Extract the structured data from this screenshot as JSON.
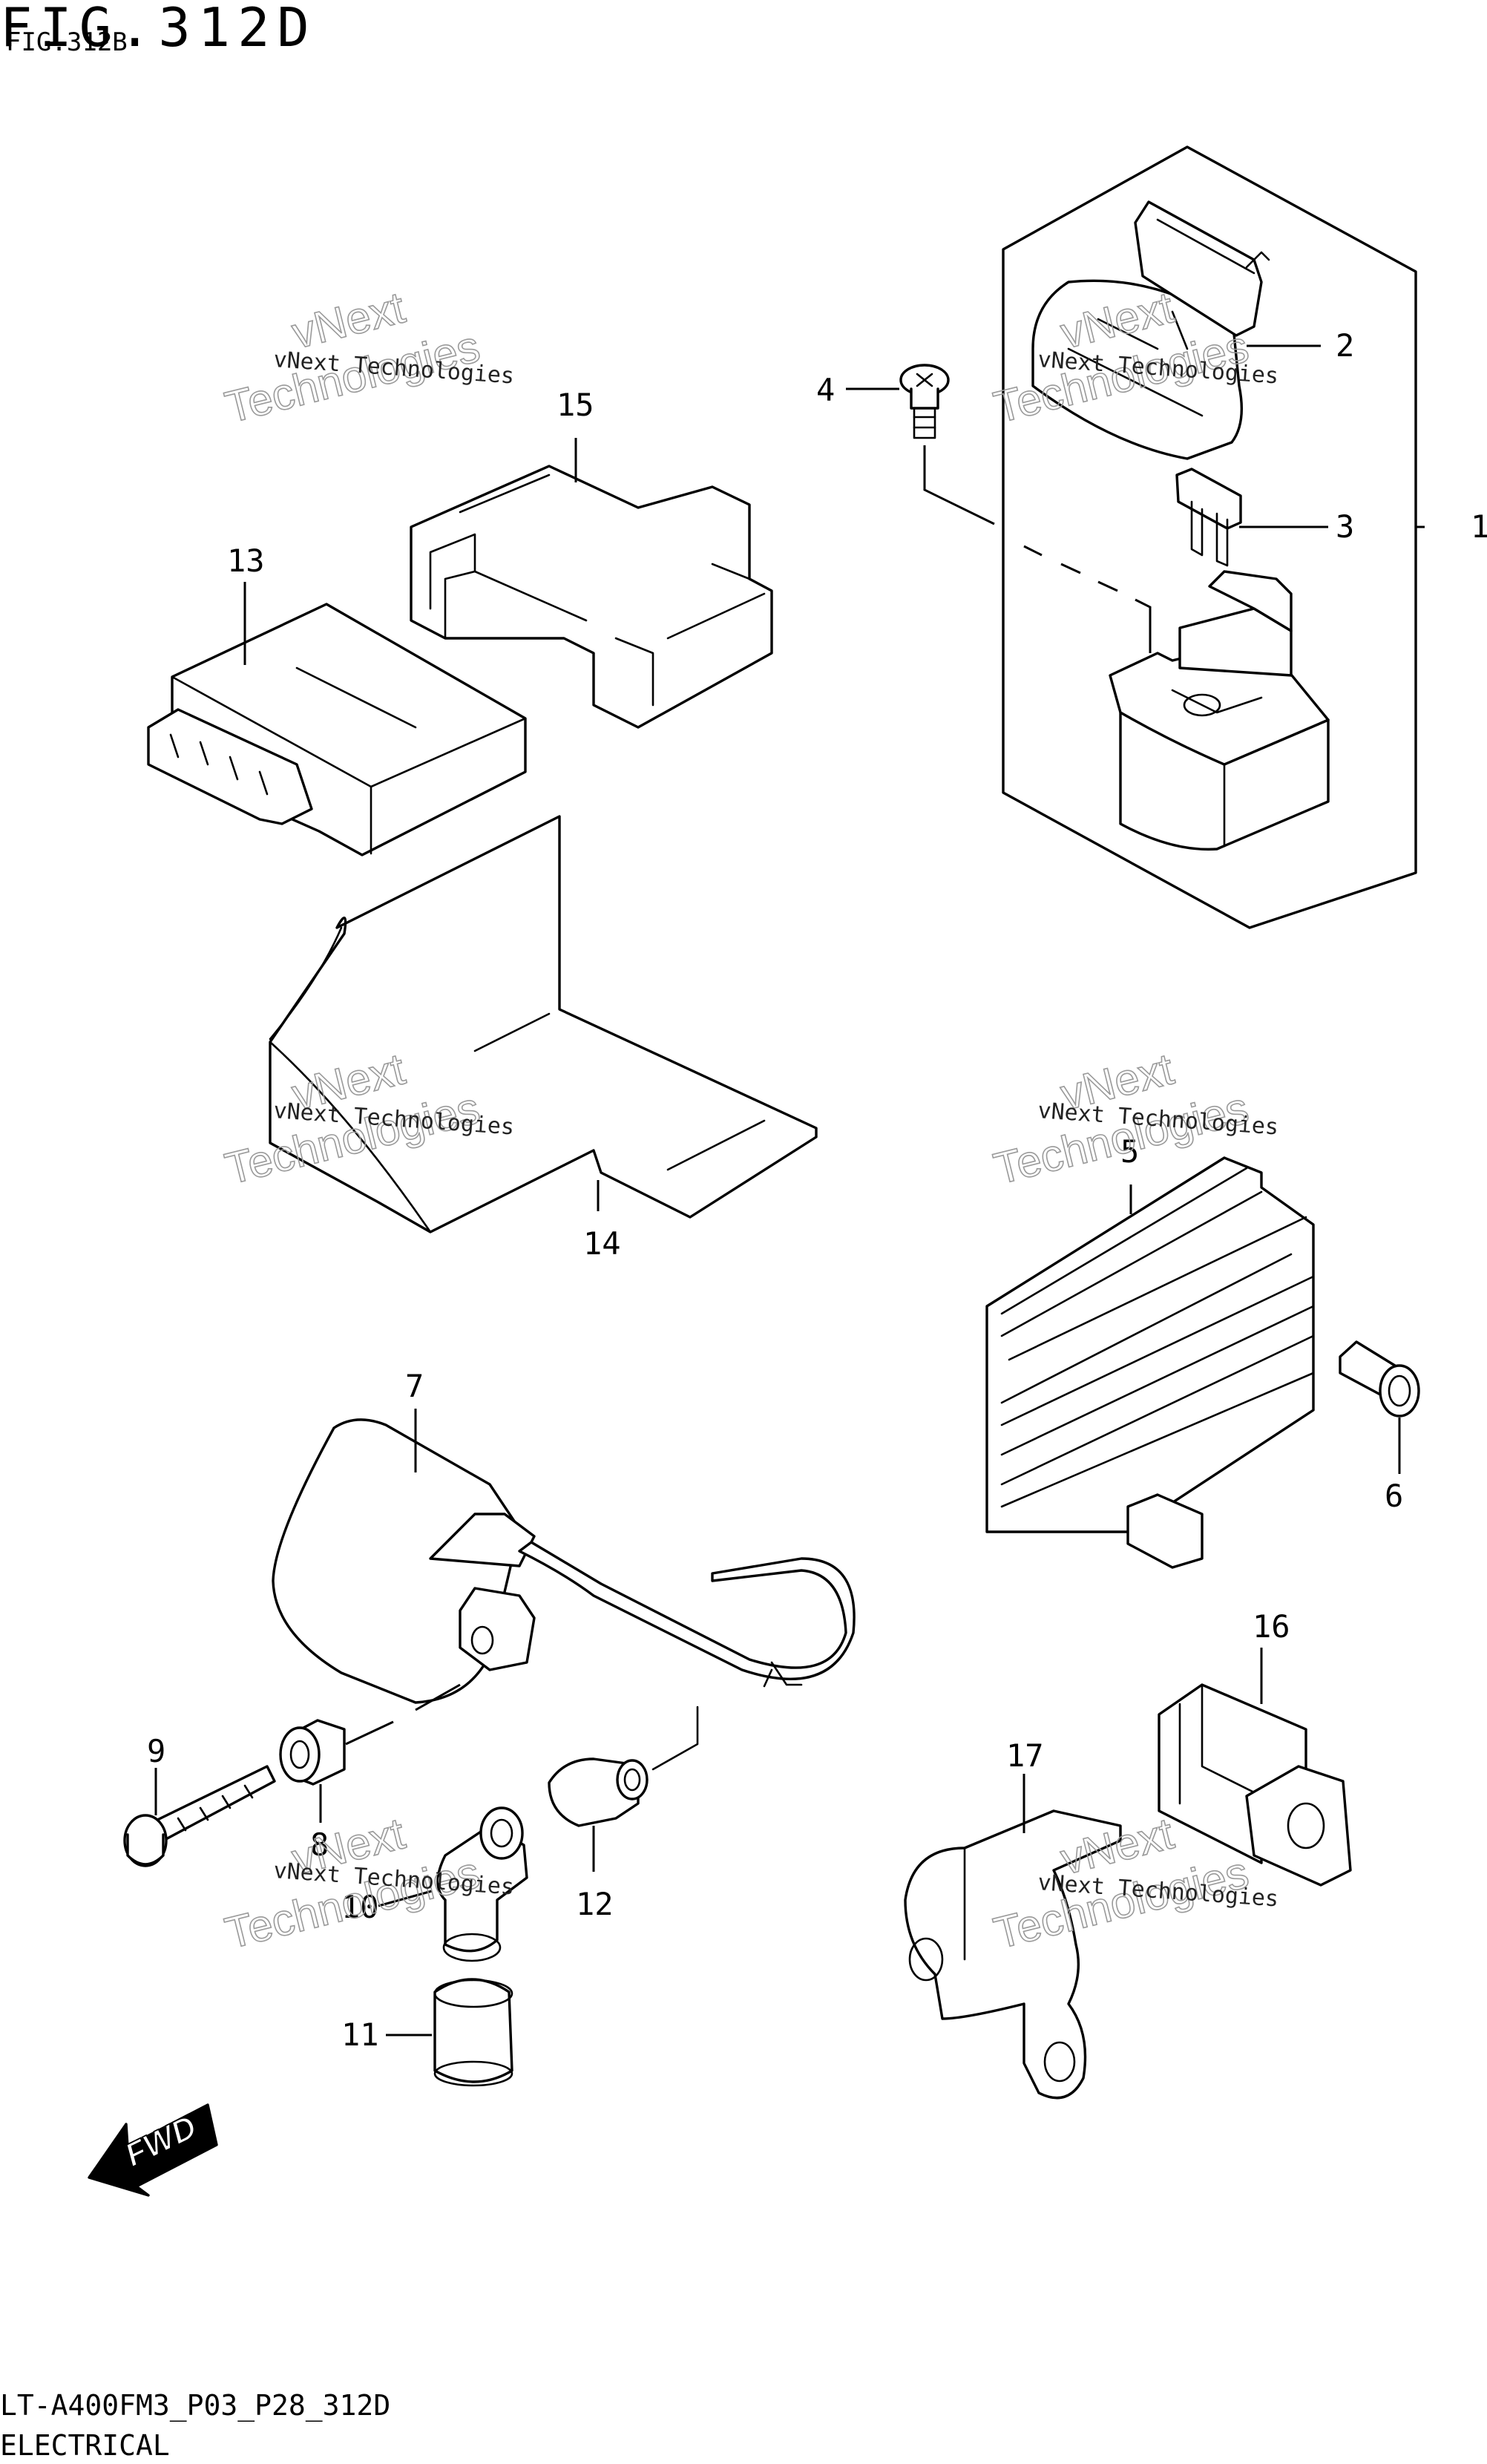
{
  "header": {
    "fig_title": "FIG.312D",
    "fig_title_overlay": "FIG.312B"
  },
  "footer": {
    "model_code": "LT-A400FM3_P03_P28_312D",
    "section_name": "ELECTRICAL"
  },
  "watermark": {
    "company": "vNext Technologies",
    "large_text": "Technologies",
    "large_prefix": "vNext"
  },
  "direction_arrow": {
    "label": "FWD"
  },
  "callouts": {
    "c1": "1",
    "c2": "2",
    "c3": "3",
    "c4": "4",
    "c5": "5",
    "c6": "6",
    "c7": "7",
    "c8": "8",
    "c9": "9",
    "c10": "10",
    "c11": "11",
    "c12": "12",
    "c13": "13",
    "c14": "14",
    "c15": "15",
    "c16": "16",
    "c17": "17"
  }
}
